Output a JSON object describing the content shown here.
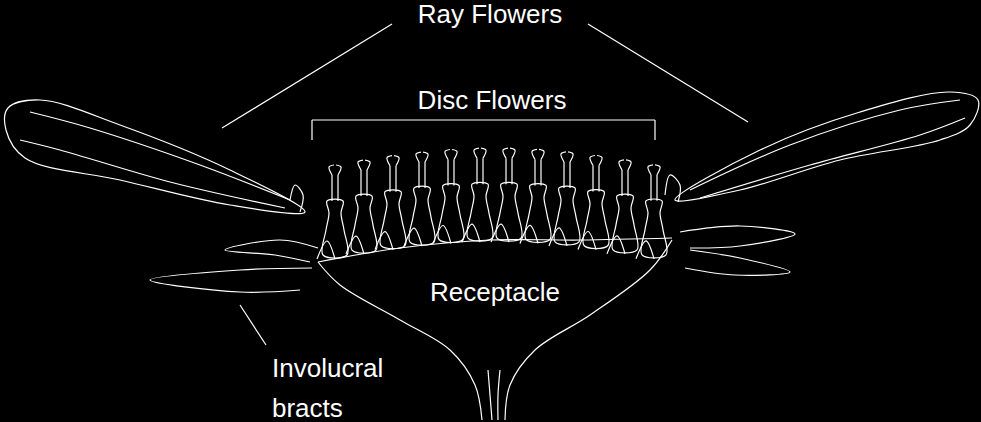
{
  "diagram": {
    "labels": [
      "Ray Flowers",
      "Disc Flowers",
      "Receptacle",
      "Involucral bracts"
    ]
  }
}
